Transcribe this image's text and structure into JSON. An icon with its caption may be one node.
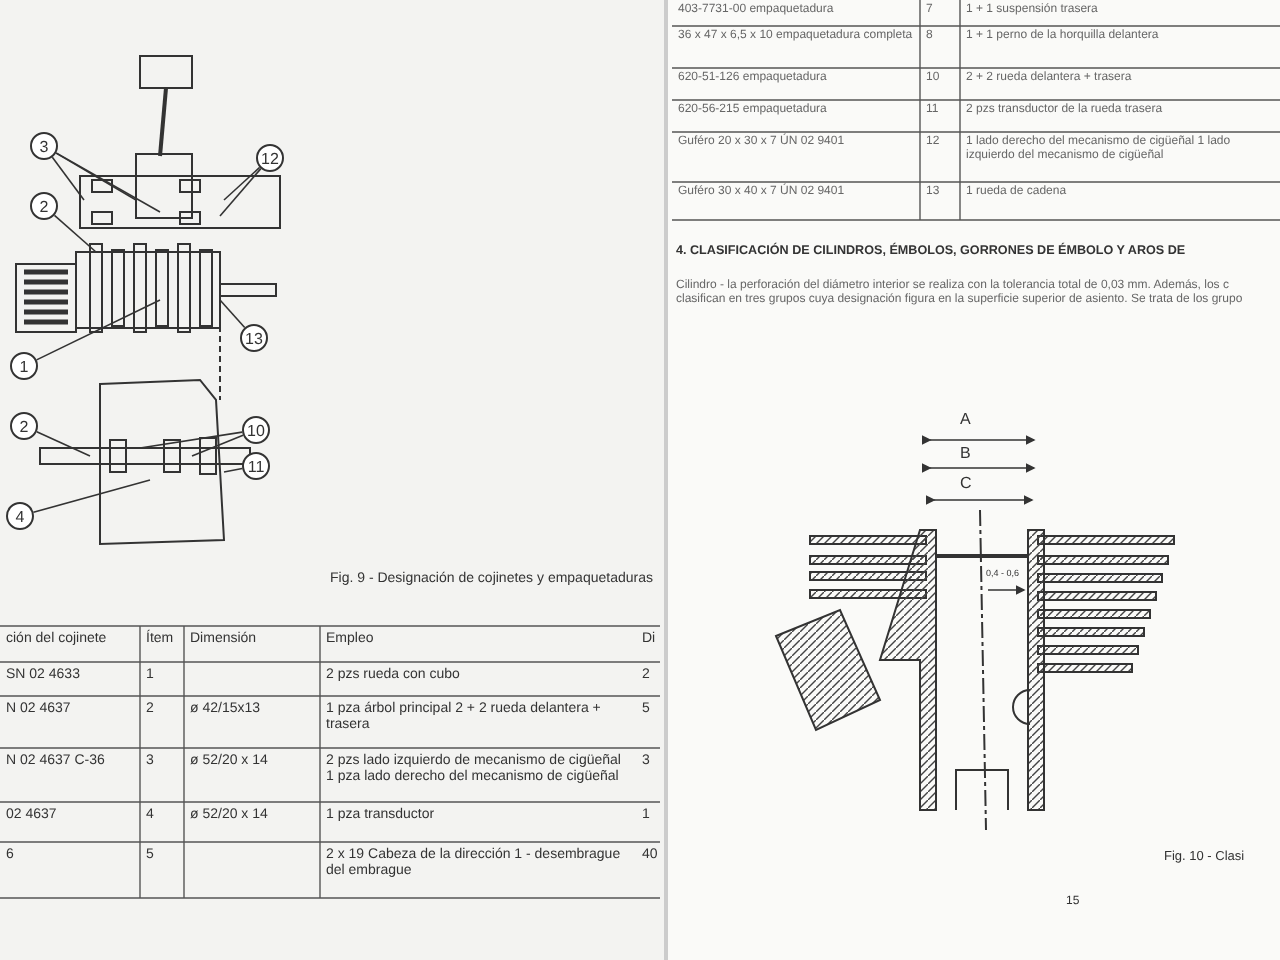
{
  "diagram": {
    "nodes": [
      {
        "text": [
          "3"
        ]
      },
      {
        "text": [
          "12"
        ]
      },
      {
        "text": [
          "2"
        ]
      },
      {
        "text": [
          "13"
        ]
      },
      {
        "text": [
          "1"
        ]
      },
      {
        "text": [
          "10"
        ]
      },
      {
        "text": [
          "2"
        ]
      },
      {
        "text": [
          "11"
        ]
      },
      {
        "text": [
          "4"
        ]
      }
    ],
    "edges": [
      {
        "from": 0,
        "to": null,
        "arrow": "none"
      },
      {
        "from": 0,
        "to": null,
        "arrow": "none"
      },
      {
        "from": 0,
        "to": null,
        "arrow": "none"
      },
      {
        "from": 1,
        "to": null,
        "arrow": "none"
      },
      {
        "from": 1,
        "to": null,
        "arrow": "none"
      },
      {
        "from": 2,
        "to": null,
        "arrow": "none"
      },
      {
        "from": 3,
        "to": null,
        "arrow": "none"
      },
      {
        "from": 4,
        "to": null,
        "arrow": "none"
      },
      {
        "from": 5,
        "to": null,
        "arrow": "none"
      },
      {
        "from": 5,
        "to": null,
        "arrow": "none"
      },
      {
        "from": 6,
        "to": null,
        "arrow": "none"
      },
      {
        "from": 7,
        "to": null,
        "arrow": "none"
      },
      {
        "from": 8,
        "to": null,
        "arrow": "none"
      }
    ],
    "labels": [
      "Fig. 9 - Designación de cojinetes y empaquetaduras",
      "ción del cojinete",
      "Ítem",
      "Dimensión",
      "Empleo",
      "Di",
      "SN 02 4633",
      "1",
      "2 pzs rueda con cubo",
      "2",
      "N 02 4637",
      "2",
      "ø 42/15x13",
      "1 pza árbol principal 2 + 2 rueda delantera + trasera",
      "5",
      "N 02 4637 C-36",
      "3",
      "ø 52/20 x 14",
      "2 pzs lado izquierdo de mecanismo de cigüeñal 1 pza lado derecho del mecanismo de cigüeñal",
      "3",
      "02 4637",
      "4",
      "ø 52/20 x 14",
      "1 pza transductor",
      "1",
      "6",
      "5",
      "2 x 19 Cabeza de la dirección 1 - desembrague del embrague",
      "40",
      "403-7731-00 empaquetadura",
      "7",
      "1 + 1 suspensión trasera",
      "36 x 47 x 6,5 x 10 empaquetadura completa",
      "8",
      "1 + 1 perno de la horquilla delantera",
      "620-51-126 empaquetadura",
      "10",
      "2 + 2 rueda delantera + trasera",
      "620-56-215 empaquetadura",
      "11",
      "2 pzs transductor de la rueda trasera",
      "Guféro 20 x 30 x 7 ÚN 02 9401",
      "12",
      "1 lado derecho del mecanismo de cigüeñal 1 lado izquierdo del mecanismo de cigüeñal",
      "Guféro 30 x 40 x 7 ÚN 02 9401",
      "13",
      "1 rueda de cadena",
      "4. CLASIFICACIÓN DE CILINDROS, ÉMBOLOS, GORRONES DE ÉMBOLO Y AROS DE",
      "Cilindro - la perforación del diámetro interior se realiza con la tolerancia total de 0,03 mm. Además, los c clasifican en tres grupos cuya designación figura en la superficie superior de asiento. Se trata de los grupo",
      "A",
      "B",
      "C",
      "0,4 - 0,6",
      "Fig. 10 - Clasi",
      "15"
    ]
  }
}
